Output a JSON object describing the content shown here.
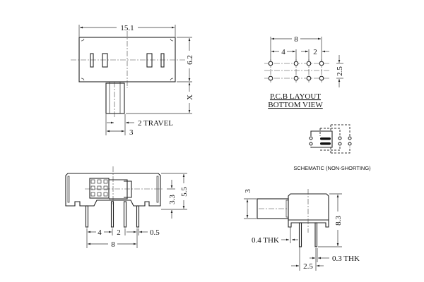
{
  "top_view": {
    "width_dim": "15.1",
    "height_dim": "6.2",
    "actuator_dim": "X",
    "travel_dim": "2 TRAVEL",
    "actuator_width_dim": "3"
  },
  "front_view": {
    "pitch_4": "4",
    "pitch_2": "2",
    "pin_width": "0.5",
    "total_8": "8",
    "height_3_3": "3.3",
    "height_5_5": "5.5"
  },
  "side_view": {
    "actuator_dim": "3",
    "height_dim": "8.3",
    "thk_04": "0.4 THK",
    "thk_03": "0.3 THK",
    "pitch_25": "2.5"
  },
  "pcb_layout": {
    "total_8": "8",
    "pitch_4": "4",
    "pitch_2": "2",
    "row_pitch": "2.5",
    "title": "P.C.B LAYOUT",
    "subtitle": "BOTTOM VIEW"
  },
  "schematic": {
    "caption": "SCHEMATIC (NON-SHORTING)"
  }
}
